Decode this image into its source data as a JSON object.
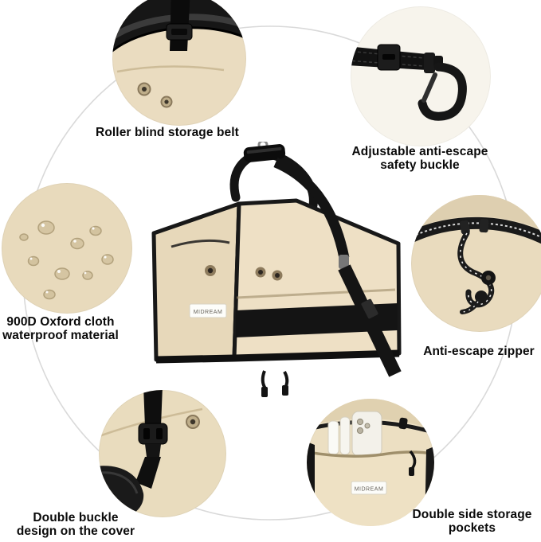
{
  "page": {
    "background": "#ffffff",
    "ring_color": "#d9d9d9"
  },
  "product": {
    "brand": "MIDREAM",
    "fabric_color": "#ead9bd",
    "trim_color": "#161616"
  },
  "callouts": [
    {
      "id": "roller-blind-storage-belt",
      "label": "Roller blind storage belt"
    },
    {
      "id": "adjustable-anti-escape-safety-buckle",
      "label": "Adjustable anti-escape\nsafety buckle"
    },
    {
      "id": "oxford-cloth-waterproof-material",
      "label": "900D Oxford cloth\nwaterproof material"
    },
    {
      "id": "anti-escape-zipper",
      "label": "Anti-escape zipper"
    },
    {
      "id": "double-buckle-design-on-the-cover",
      "label": "Double buckle\ndesign on the cover"
    },
    {
      "id": "double-side-storage-pockets",
      "label": "Double side storage\npockets"
    }
  ]
}
